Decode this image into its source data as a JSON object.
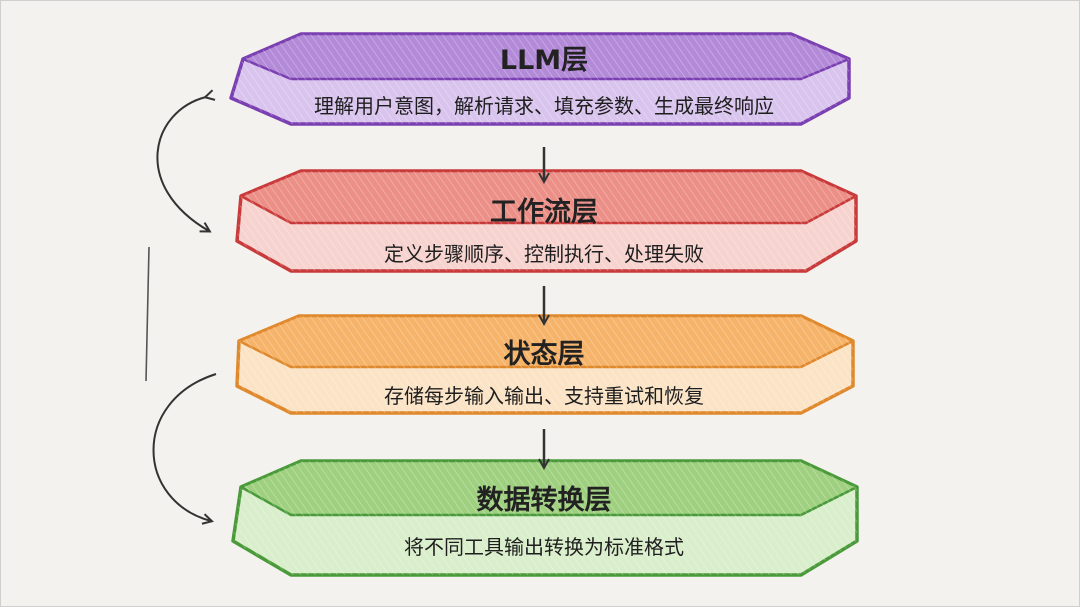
{
  "layers": [
    {
      "title": "LLM层",
      "description": "理解用户意图，解析请求、填充参数、生成最终响应",
      "color": "#7a3fb0",
      "fill": "#d9c4ee",
      "top": "#b28ad8"
    },
    {
      "title": "工作流层",
      "description": "定义步骤顺序、控制执行、处理失败",
      "color": "#c93a3a",
      "fill": "#f7d3cf",
      "top": "#eb8f87"
    },
    {
      "title": "状态层",
      "description": "存储每步输入输出、支持重试和恢复",
      "color": "#e0892c",
      "fill": "#fbe3c6",
      "top": "#f6b36a"
    },
    {
      "title": "数据转换层",
      "description": "将不同工具输出转换为标准格式",
      "color": "#4a9a3a",
      "fill": "#d9eecb",
      "top": "#9fd07f"
    }
  ]
}
